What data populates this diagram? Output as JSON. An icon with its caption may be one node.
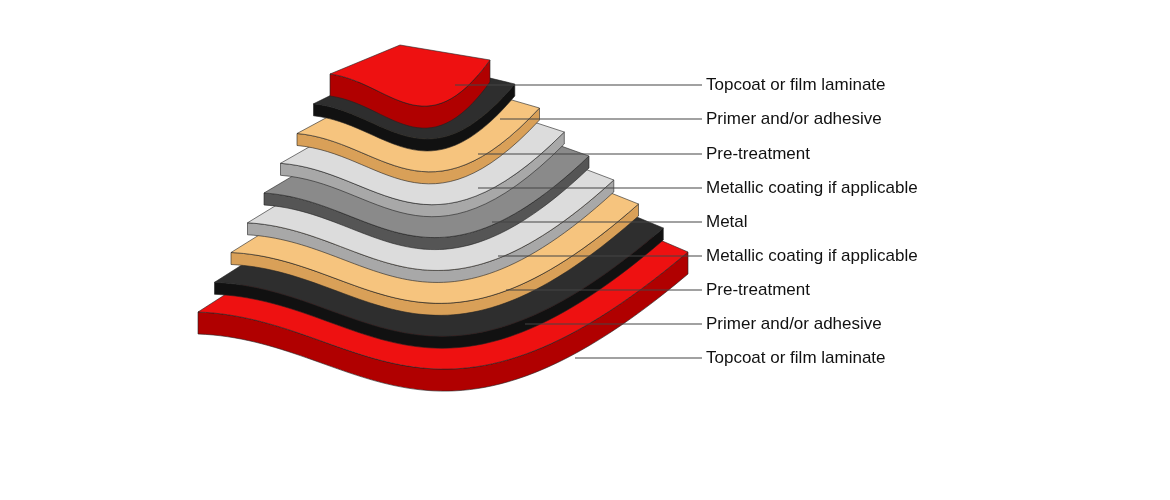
{
  "diagram": {
    "nodes": [
      {
        "text": [
          "Topcoat or film laminate"
        ]
      },
      {
        "text": [
          "Primer and/or adhesive"
        ]
      },
      {
        "text": [
          "Pre-treatment"
        ]
      },
      {
        "text": [
          "Metallic coating if applicable"
        ]
      },
      {
        "text": [
          "Metal"
        ]
      },
      {
        "text": [
          "Metallic coating if applicable"
        ]
      },
      {
        "text": [
          "Pre-treatment"
        ]
      },
      {
        "text": [
          "Primer and/or adhesive"
        ]
      },
      {
        "text": [
          "Topcoat or film laminate"
        ]
      }
    ],
    "edges": [
      {
        "from": 0,
        "to": null,
        "arrow": "none"
      },
      {
        "from": 1,
        "to": null,
        "arrow": "none"
      },
      {
        "from": 2,
        "to": null,
        "arrow": "none"
      },
      {
        "from": 3,
        "to": null,
        "arrow": "none"
      },
      {
        "from": 4,
        "to": null,
        "arrow": "none"
      },
      {
        "from": 5,
        "to": null,
        "arrow": "none"
      },
      {
        "from": 6,
        "to": null,
        "arrow": "none"
      },
      {
        "from": 7,
        "to": null,
        "arrow": "none"
      },
      {
        "from": 8,
        "to": null,
        "arrow": "none"
      }
    ]
  }
}
